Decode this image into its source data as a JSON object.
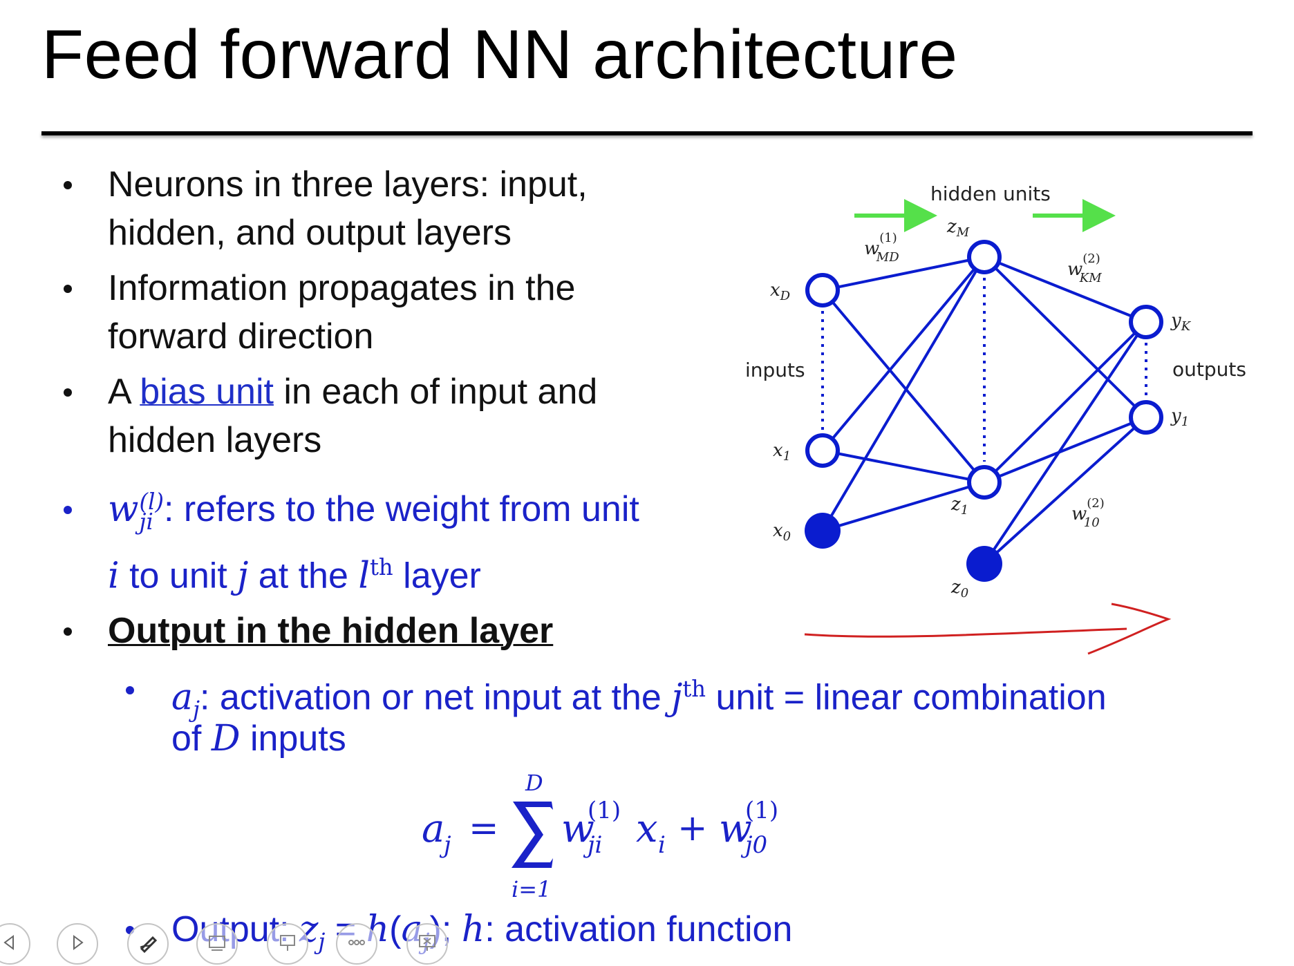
{
  "slide": {
    "title": "Feed forward NN architecture",
    "bullets": [
      {
        "line1": "Neurons in three layers: input,",
        "line2": "hidden, and output layers"
      },
      {
        "line1": "Information propagates in the",
        "line2": "forward direction"
      },
      {
        "pre": "A ",
        "link": "bias unit",
        "post": " in each of input and",
        "line2": "hidden layers"
      },
      {
        "w_sym": "w",
        "w_sup": "(l)",
        "w_sub": "ji",
        "line1_rest": ": refers to the weight from unit",
        "l2_i": "i",
        "l2_a": " to unit ",
        "l2_j": "j",
        "l2_b": " at the ",
        "l2_l": "l",
        "l2_sup": "th",
        "l2_c": " layer"
      },
      {
        "heading": "Output in the hidden layer"
      }
    ],
    "sub_bullets": [
      {
        "a_sym": "a",
        "a_sub": "j",
        "line1_a": ": activation or net input at the ",
        "line1_j": "j",
        "line1_sup": "th",
        "line1_b": " unit = linear combination",
        "line2_a": "of ",
        "line2_D": "D",
        "line2_b": " inputs"
      },
      {
        "line_a": "Output: ",
        "z": "z",
        "z_sub": "j",
        "eq": " = ",
        "h": "h",
        "paren_open": "(",
        "aj": "a",
        "aj_sub": "j",
        "paren_close": ")",
        "semi": "; ",
        "h2": "h",
        "rest": ": activation function"
      }
    ],
    "equation": {
      "lhs": "a",
      "lhs_sub": "j",
      "equals": "=",
      "sum_top": "D",
      "sum_bottom": "i=1",
      "w": "w",
      "w_sup": "(1)",
      "w_sub": "ji",
      "x": "x",
      "x_sub": "i",
      "plus": "+",
      "w2": "w",
      "w2_sup": "(1)",
      "w2_sub": "j0"
    }
  },
  "diagram": {
    "hidden_label": "hidden units",
    "inputs_label": "inputs",
    "outputs_label": "outputs",
    "node_labels": {
      "xD": "x",
      "xD_sub": "D",
      "x1": "x",
      "x1_sub": "1",
      "x0": "x",
      "x0_sub": "0",
      "zM": "z",
      "zM_sub": "M",
      "z1": "z",
      "z1_sub": "1",
      "z0": "z",
      "z0_sub": "0",
      "yK": "y",
      "yK_sub": "K",
      "y1": "y",
      "y1_sub": "1"
    },
    "weight_labels": {
      "wMD": "w",
      "wMD_sup": "(1)",
      "wMD_sub": "MD",
      "wKM": "w",
      "wKM_sup": "(2)",
      "wKM_sub": "KM",
      "w10": "w",
      "w10_sup": "(2)",
      "w10_sub": "10"
    },
    "colors": {
      "network": "#0a1ccf",
      "arrows": "#55e04a",
      "annotation": "#d02020"
    }
  },
  "toolbar": {
    "icons": [
      "prev-icon",
      "next-icon",
      "pen-icon",
      "slides-icon",
      "pointer-icon",
      "more-icon",
      "screen-icon"
    ]
  }
}
